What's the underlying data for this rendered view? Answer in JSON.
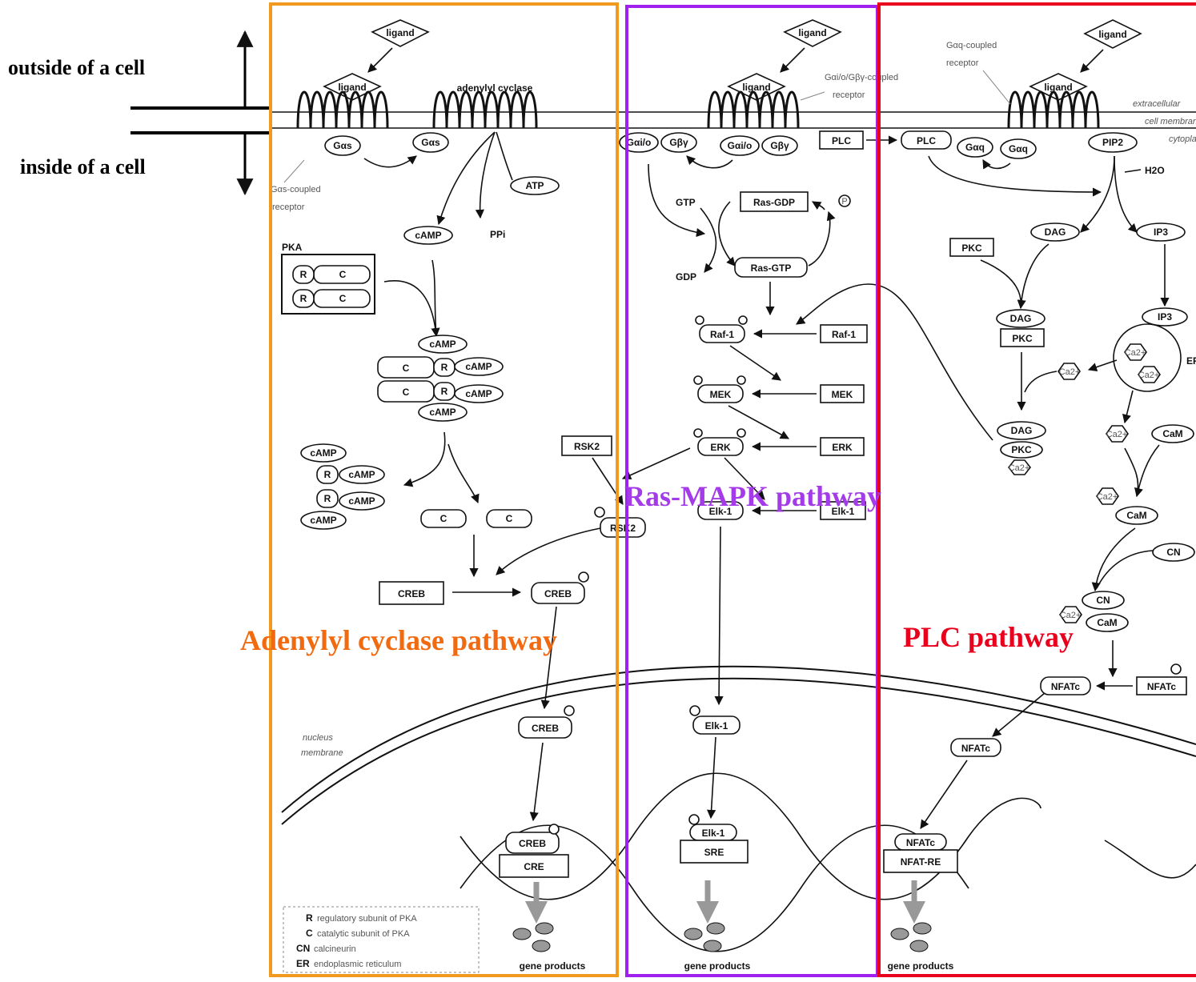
{
  "side_labels": {
    "outside": "outside of a cell",
    "inside": "inside of a cell"
  },
  "pathway_titles": {
    "adenylyl": "Adenylyl cyclase pathway",
    "ras": "Ras-MAPK pathway",
    "plc": "PLC pathway"
  },
  "colors": {
    "adenylyl": "#F29A1F",
    "ras": "#A020F0",
    "plc": "#E8001C",
    "adenylyl_text": "#F26A10",
    "ras_text": "#A43BE8",
    "plc_text": "#E8001C"
  },
  "nodes": {
    "ligand": "ligand",
    "adenylyl_cyclase": "adenylyl cyclase",
    "gas": "Gαs",
    "gas_receptor_1": "Gαs-coupled",
    "gas_receptor_2": "receptor",
    "atp": "ATP",
    "camp": "cAMP",
    "ppi": "PPi",
    "pka": "PKA",
    "r": "R",
    "c": "C",
    "creb": "CREB",
    "cre": "CRE",
    "rsk2": "RSK2",
    "gio": "Gαi/o",
    "gby": "Gβγ",
    "gio_receptor_1": "Gαi/o/Gβγ-coupled",
    "gio_receptor_2": "receptor",
    "gtp": "GTP",
    "gdp": "GDP",
    "ras_gdp": "Ras-GDP",
    "ras_gtp": "Ras-GTP",
    "p": "P",
    "raf1": "Raf-1",
    "mek": "MEK",
    "erk": "ERK",
    "elk1": "Elk-1",
    "sre": "SRE",
    "plc": "PLC",
    "gaq": "Gαq",
    "gaq_receptor_1": "Gαq-coupled",
    "gaq_receptor_2": "receptor",
    "pip2": "PIP2",
    "h2o": "H2O",
    "dag": "DAG",
    "ip3": "IP3",
    "pkc": "PKC",
    "ca": "Ca2+",
    "cam": "CaM",
    "cn": "CN",
    "nfatc": "NFATc",
    "nfat_re": "NFAT-RE",
    "er": "ER",
    "gene_products": "gene products",
    "extracellular": "extracellular",
    "cell_membrane": "cell membrane",
    "cytoplasm": "cytoplasm",
    "nucleus_1": "nucleus",
    "nucleus_2": "membrane"
  },
  "legend": [
    {
      "key": "R",
      "text": "regulatory subunit of PKA"
    },
    {
      "key": "C",
      "text": "catalytic subunit of PKA"
    },
    {
      "key": "CN",
      "text": "calcineurin"
    },
    {
      "key": "ER",
      "text": "endoplasmic reticulum"
    }
  ]
}
